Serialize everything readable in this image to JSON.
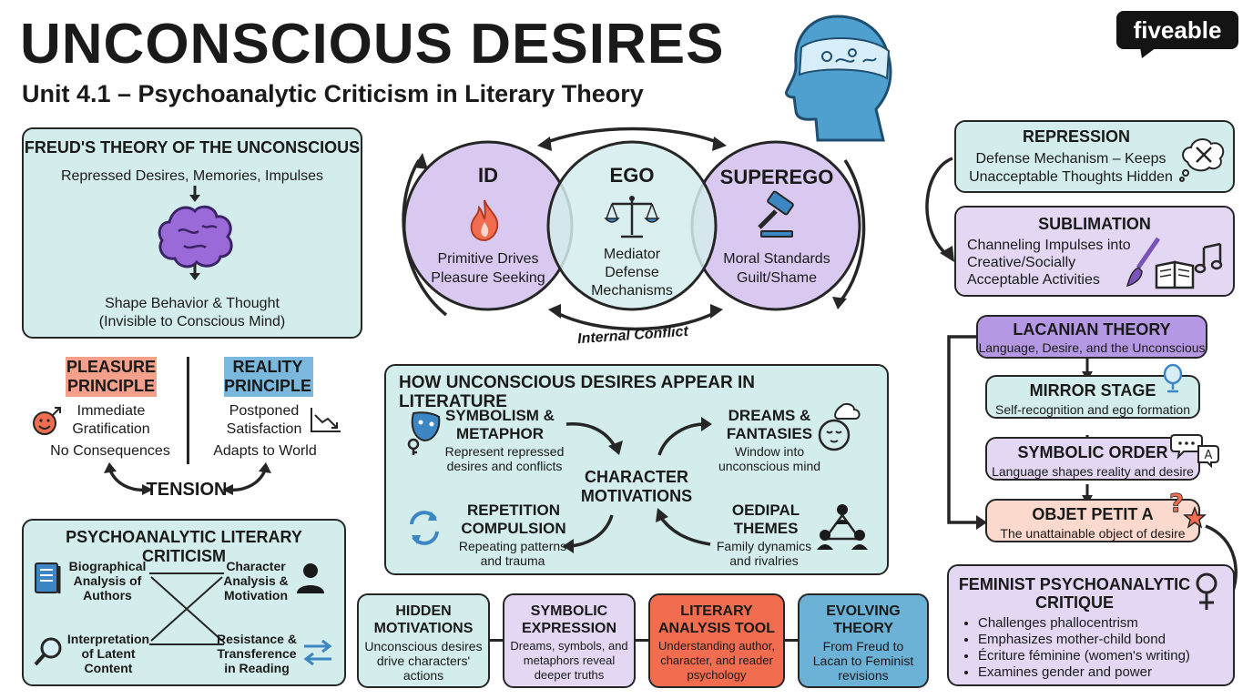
{
  "title": "UNCONSCIOUS DESIRES",
  "subtitle": "Unit 4.1 – Psychoanalytic Criticism in Literary Theory",
  "brand": "fiveable",
  "colors": {
    "teal": "#d3ecec",
    "lavender": "#e3d7f3",
    "purple": "#b598e3",
    "pink": "#fbd9cd",
    "orange": "#f26d4f",
    "blue": "#6cb1d6",
    "pleasure_highlight": "#f4a08a",
    "reality_highlight": "#7ab9dd"
  },
  "freud": {
    "title": "FREUD'S THEORY OF THE UNCONSCIOUS",
    "top": "Repressed Desires, Memories, Impulses",
    "bottom_1": "Shape Behavior & Thought",
    "bottom_2": "(Invisible to Conscious Mind)",
    "icon": "brain-icon"
  },
  "pleasure": {
    "title_1": "PLEASURE",
    "title_2": "PRINCIPLE",
    "line_1": "Immediate",
    "line_2": "Gratification",
    "line_3": "No Consequences"
  },
  "reality": {
    "title_1": "REALITY",
    "title_2": "PRINCIPLE",
    "line_1": "Postponed",
    "line_2": "Satisfaction",
    "line_3": "Adapts to World"
  },
  "tension": "TENSION",
  "psa": {
    "title": "PSYCHOANALYTIC LITERARY CRITICISM",
    "items": [
      {
        "l1": "Biographical",
        "l2": "Analysis of",
        "l3": "Authors",
        "icon": "book-icon"
      },
      {
        "l1": "Character",
        "l2": "Analysis &",
        "l3": "Motivation",
        "icon": "person-icon"
      },
      {
        "l1": "Interpretation",
        "l2": "of Latent",
        "l3": "Content",
        "icon": "magnifier-icon"
      },
      {
        "l1": "Resistance &",
        "l2": "Transference",
        "l3": "in Reading",
        "icon": "exchange-arrows-icon"
      }
    ]
  },
  "psyche": {
    "id": {
      "title": "ID",
      "l1": "Primitive Drives",
      "l2": "Pleasure Seeking",
      "icon": "flame-icon"
    },
    "ego": {
      "title": "EGO",
      "l1": "Mediator",
      "l2": "Defense",
      "l3": "Mechanisms",
      "icon": "scales-icon"
    },
    "superego": {
      "title": "SUPEREGO",
      "l1": "Moral Standards",
      "l2": "Guilt/Shame",
      "icon": "gavel-icon"
    },
    "conflict": "Internal Conflict"
  },
  "literature": {
    "title": "HOW UNCONSCIOUS DESIRES APPEAR IN LITERATURE",
    "center_1": "CHARACTER",
    "center_2": "MOTIVATIONS",
    "symbolism": {
      "t1": "SYMBOLISM &",
      "t2": "METAPHOR",
      "d1": "Represent repressed",
      "d2": "desires and conflicts",
      "icon": "mask-key-icon"
    },
    "dreams": {
      "t1": "DREAMS &",
      "t2": "FANTASIES",
      "d1": "Window into",
      "d2": "unconscious mind",
      "icon": "dreaming-face-icon"
    },
    "repetition": {
      "t1": "REPETITION",
      "t2": "COMPULSION",
      "d1": "Repeating patterns",
      "d2": "and trauma",
      "icon": "cycle-arrows-icon"
    },
    "oedipal": {
      "t1": "OEDIPAL",
      "t2": "THEMES",
      "d1": "Family dynamics",
      "d2": "and rivalries",
      "icon": "family-triangle-icon"
    }
  },
  "bottom_cards": [
    {
      "t1": "HIDDEN",
      "t2": "MOTIVATIONS",
      "d1": "Unconscious desires",
      "d2": "drive characters'",
      "d3": "actions"
    },
    {
      "t1": "SYMBOLIC",
      "t2": "EXPRESSION",
      "d1": "Dreams, symbols, and",
      "d2": "metaphors reveal",
      "d3": "deeper truths"
    },
    {
      "t1": "LITERARY",
      "t2": "ANALYSIS TOOL",
      "d1": "Understanding author,",
      "d2": "character, and reader",
      "d3": "psychology"
    },
    {
      "t1": "EVOLVING",
      "t2": "THEORY",
      "d1": "From Freud to",
      "d2": "Lacan to Feminist",
      "d3": "revisions"
    }
  ],
  "repression": {
    "title": "REPRESSION",
    "l1": "Defense Mechanism – Keeps",
    "l2": "Unacceptable Thoughts Hidden",
    "icon": "crossed-thought-icon"
  },
  "sublimation": {
    "title": "SUBLIMATION",
    "l1": "Channeling Impulses into",
    "l2": "Creative/Socially",
    "l3": "Acceptable Activities",
    "icon": "brush-book-music-icon"
  },
  "lacan": {
    "title": "LACANIAN THEORY",
    "desc": "Language, Desire, and the Unconscious",
    "mirror": {
      "title": "MIRROR STAGE",
      "desc": "Self-recognition and ego formation",
      "icon": "mirror-icon"
    },
    "symbolic": {
      "title": "SYMBOLIC ORDER",
      "desc": "Language shapes reality and desire",
      "icon": "speech-bubbles-icon"
    },
    "objet": {
      "title": "OBJET PETIT A",
      "desc": "The unattainable object of desire",
      "icon": "question-star-icon"
    }
  },
  "feminist": {
    "title_1": "FEMINIST PSYCHOANALYTIC",
    "title_2": "CRITIQUE",
    "items": [
      "Challenges phallocentrism",
      "Emphasizes mother-child bond",
      "Écriture féminine (women's writing)",
      "Examines gender and power"
    ],
    "icon": "venus-icon"
  }
}
